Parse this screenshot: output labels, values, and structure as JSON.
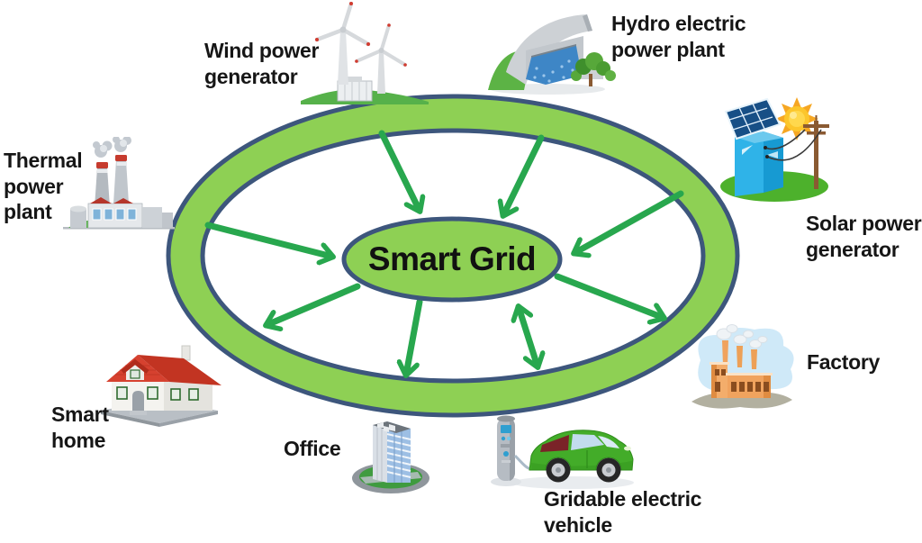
{
  "hub": {
    "label": "Smart Grid"
  },
  "palette": {
    "ring_fill": "#8ed054",
    "ring_border": "#3d567c",
    "arrow_green": "#28a74e",
    "label_color": "#161616"
  },
  "nodes": {
    "wind": {
      "label": "Wind power\ngenerator",
      "flow": "into-grid"
    },
    "hydro": {
      "label": "Hydro electric\npower plant",
      "flow": "into-grid"
    },
    "thermal": {
      "label": "Thermal\npower\nplant",
      "flow": "into-grid"
    },
    "solar": {
      "label": "Solar power\ngenerator",
      "flow": "into-grid"
    },
    "factory": {
      "label": "Factory",
      "flow": "from-grid"
    },
    "home": {
      "label": "Smart\nhome",
      "flow": "from-grid"
    },
    "office": {
      "label": "Office",
      "flow": "from-grid"
    },
    "ev": {
      "label": "Gridable electric\nvehicle",
      "flow": "bidirectional"
    }
  }
}
